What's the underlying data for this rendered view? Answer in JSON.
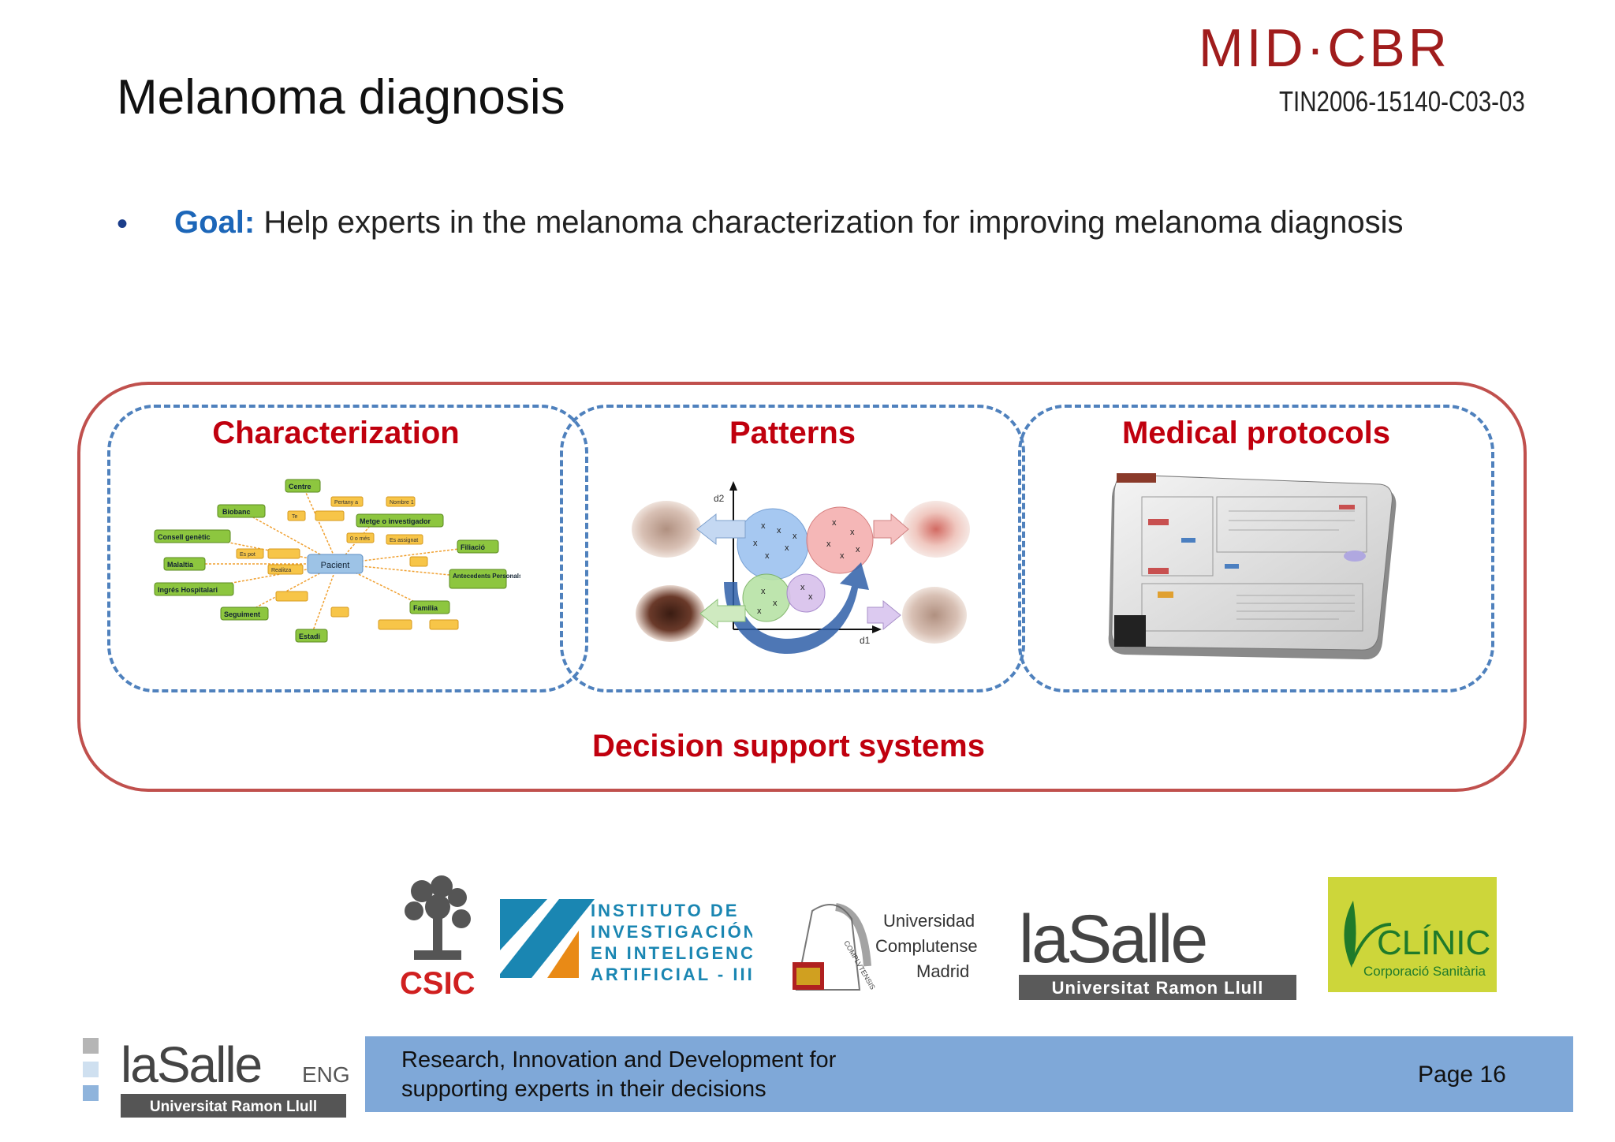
{
  "slide": {
    "title": "Melanoma diagnosis",
    "project_code": "TIN2006-15140-C03-03",
    "brand_logo": "MID·CBR",
    "goal_label": "Goal:",
    "goal_text": " Help experts in the melanoma characterization for improving melanoma diagnosis",
    "bullet": "•"
  },
  "diagram": {
    "boxes": [
      {
        "title": "Characterization"
      },
      {
        "title": "Patterns"
      },
      {
        "title": "Medical protocols"
      }
    ],
    "container_label": "Decision support systems",
    "mindmap": {
      "center": "Pacient",
      "nodes": [
        "Centre",
        "Biobanc",
        "Metge o investigador",
        "Consell genètic",
        "Filiació",
        "Malaltia",
        "Antecedents Personals",
        "Ingrés Hospitalari",
        "Familia",
        "Seguiment",
        "Estadi",
        "Pertany a",
        "Te",
        "Nombre 1",
        "Es pot",
        "Realitza",
        "Es assignat",
        "0 o més"
      ]
    },
    "scatter_axes": {
      "x": "d1",
      "y": "d2"
    }
  },
  "logos": {
    "csic": "CSIC",
    "iiia": [
      "INSTITUTO DE",
      "INVESTIGACIÓN",
      "EN INTELIGENCIA",
      "ARTIFICIAL - IIIA"
    ],
    "ucm": [
      "Universidad",
      "Complutense",
      "Madrid"
    ],
    "ucm_seal": "COMPLVTENSIS",
    "lasalle": "laSalle",
    "lasalle_sub": "Universitat Ramon Llull",
    "clinic": "CLÍNIC",
    "clinic_sub": "Corporació Sanitària"
  },
  "footer": {
    "brand": "laSalle",
    "brand_suffix": "ENG",
    "brand_sub": "Universitat Ramon Llull",
    "line1": "Research, Innovation and Development for",
    "line2": "supporting experts in their decisions",
    "page": "Page 16"
  },
  "colors": {
    "accent_red": "#c0000e",
    "accent_blue": "#1c66b8",
    "dash_blue": "#4f81bd",
    "outer_red": "#c0504d",
    "footer_blue": "#7fa8d8"
  }
}
